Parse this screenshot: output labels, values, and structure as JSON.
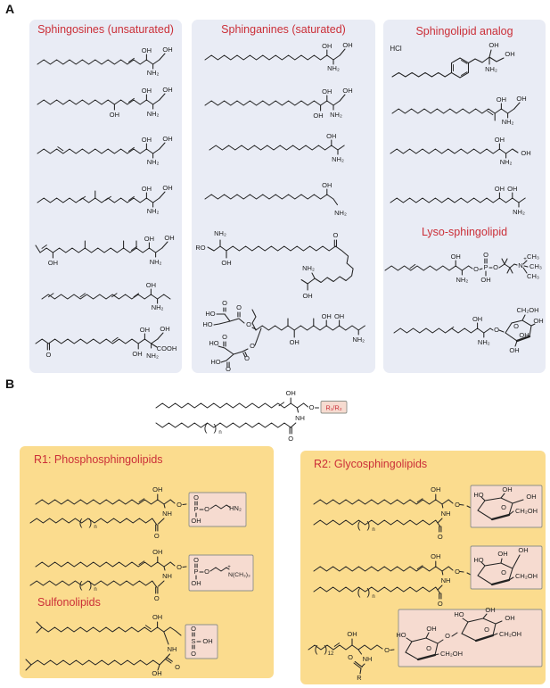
{
  "panels": {
    "a": "A",
    "b": "B"
  },
  "a1": {
    "title": "Sphingosines (unsaturated)",
    "s1": [
      "OH",
      "OH",
      "NH₂"
    ],
    "s2": [
      "OH",
      "OH",
      "OH",
      "NH₂"
    ],
    "s3": [
      "OH",
      "OH",
      "NH₂"
    ],
    "s4": [
      "OH",
      "OH",
      "NH₂"
    ],
    "s5": [
      "OH",
      "OH",
      "OH",
      "NH₂"
    ],
    "s6": [
      "OH",
      "NH₂"
    ],
    "s7": [
      "OH",
      "OH",
      "O",
      "OH",
      "NH₂",
      "COOH"
    ]
  },
  "a2": {
    "title": "Sphinganines (saturated)",
    "s1": [
      "OH",
      "OH",
      "NH₂"
    ],
    "s2": [
      "OH",
      "OH",
      "OH",
      "NH₂"
    ],
    "s3": [
      "OH",
      "NH₂"
    ],
    "s4": [
      "OH",
      "NH₂"
    ],
    "s5": [
      "RO",
      "NH₂",
      "OH",
      "O",
      "NH₂",
      "OH"
    ],
    "s6": [
      "HO",
      "O",
      "HO",
      "O",
      "O",
      "HO",
      "O",
      "HO",
      "O",
      "O",
      "O",
      "OH",
      "OH",
      "OH",
      "NH₂"
    ]
  },
  "a3": {
    "title": "Sphingolipid analog",
    "hcl": "HCl",
    "s1": [
      "OH",
      "OH",
      "NH₂"
    ],
    "s2": [
      "OH",
      "OH",
      "NH₂"
    ],
    "s3": [
      "OH",
      "OH",
      "NH₂"
    ],
    "s4": [
      "OH",
      "OH",
      "NH₂"
    ],
    "lyso_title": "Lyso-sphingolipid",
    "l1": [
      "OH",
      "NH₂",
      "O",
      "O",
      "P",
      "OH",
      "O",
      "N",
      "+",
      "CH₃",
      "CH₃",
      "CH₃"
    ],
    "l2": [
      "OH",
      "NH₂",
      "O",
      "O",
      "CH₂OH",
      "OH",
      "OH",
      "OH"
    ]
  },
  "b": {
    "top": [
      "OH",
      "O",
      "R₁/R₂",
      "NH",
      "O",
      "( )",
      "n"
    ],
    "r1": {
      "title": "R1: Phosphosphingolipids",
      "s1": [
        "OH",
        "NH",
        "( )",
        "n",
        "O",
        "O",
        "O",
        "P",
        "OH",
        "O",
        "HN₂"
      ],
      "s2": [
        "OH",
        "NH",
        "( )",
        "n",
        "O",
        "O",
        "O",
        "P",
        "OH",
        "O",
        "N(CH₃)₃",
        "+"
      ],
      "sulfono_title": "Sulfonolipids",
      "s3": [
        "OH",
        "NH",
        "O",
        "S",
        "OH",
        "O",
        "OH",
        "O"
      ]
    },
    "r2": {
      "title": "R2: Glycosphingolipids",
      "s1": [
        "OH",
        "NH",
        "( )",
        "n",
        "O",
        "O",
        "HO",
        "OH",
        "OH",
        "CH₂OH",
        "O"
      ],
      "s2": [
        "OH",
        "NH",
        "( )",
        "n",
        "O",
        "O",
        "HO",
        "OH",
        "OH",
        "CH₂OH",
        "O"
      ],
      "s3": [
        "( )",
        "12",
        "OH",
        "NH",
        "O",
        "R",
        "O",
        "HO",
        "OH",
        "O",
        "CH₂OH",
        "O",
        "HO",
        "OH",
        "OH",
        "CH₂OH",
        "O"
      ]
    }
  },
  "colors": {
    "panel_blue": "#e9ecf5",
    "panel_yellow": "#fbdc8e",
    "box_pink": "#f6dbd0",
    "accent_red": "#cb2f38"
  }
}
